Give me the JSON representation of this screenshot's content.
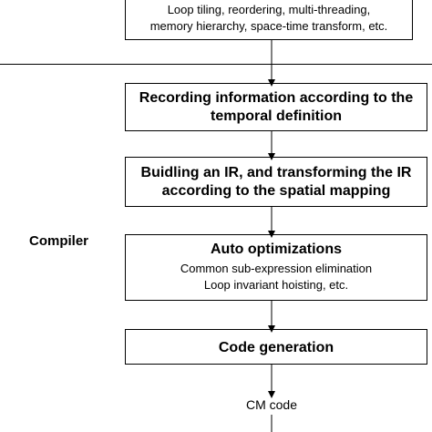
{
  "top_box": {
    "lines": [
      "Loop tiling, reordering, multi-threading,",
      "memory hierarchy, space-time transform, etc."
    ]
  },
  "steps": {
    "recording": {
      "title_lines": [
        "Recording information according to the",
        "temporal definition"
      ]
    },
    "ir": {
      "title_lines": [
        "Buidling an IR, and transforming the IR",
        "according to the spatial mapping"
      ]
    },
    "auto_opt": {
      "title": "Auto optimizations",
      "details": [
        "Common sub-expression elimination",
        "Loop invariant hoisting, etc."
      ]
    },
    "codegen": {
      "title": "Code generation"
    }
  },
  "side_label": "Compiler",
  "output": "CM code"
}
